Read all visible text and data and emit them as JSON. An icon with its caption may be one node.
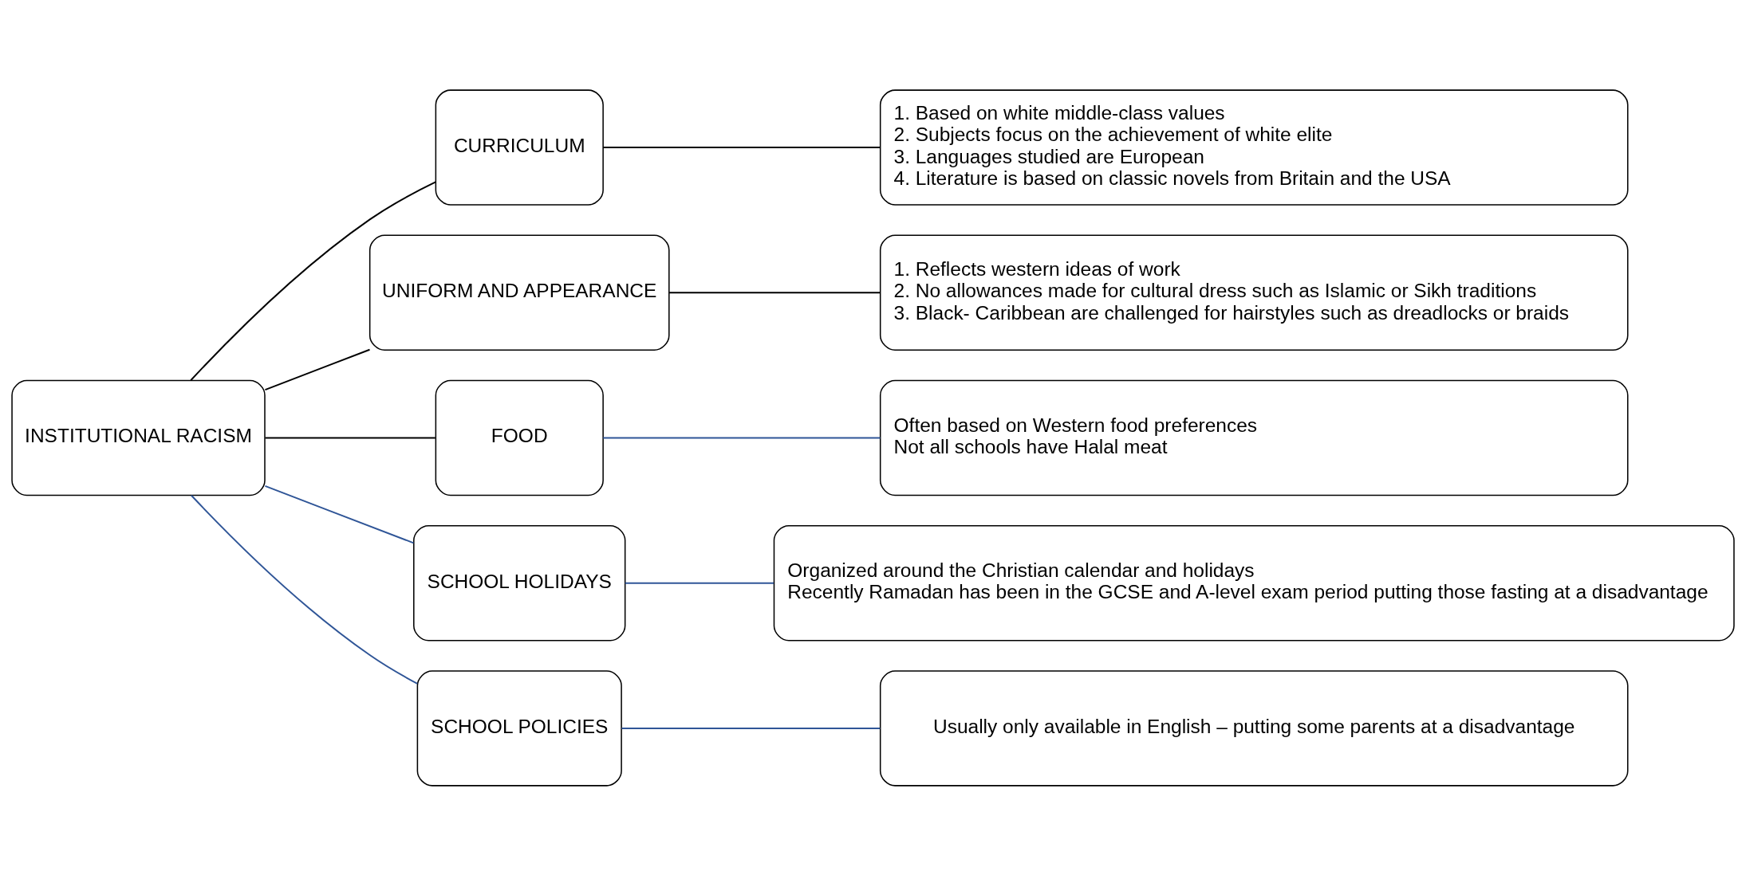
{
  "diagram": {
    "nodes": [
      {
        "text": [
          "INSTITUTIONAL RACISM"
        ]
      },
      {
        "text": [
          "CURRICULUM"
        ]
      },
      {
        "text": [
          "UNIFORM AND APPEARANCE"
        ]
      },
      {
        "text": [
          "FOOD"
        ]
      },
      {
        "text": [
          "SCHOOL HOLIDAYS"
        ]
      },
      {
        "text": [
          "SCHOOL POLICIES"
        ]
      },
      {
        "text": [
          "1. Based on white middle-class values",
          "2. Subjects focus on the achievement of white elite",
          "3. Languages studied are European",
          "4. Literature is based on classic novels from Britain and the USA"
        ]
      },
      {
        "text": [
          "1. Reflects western ideas of work",
          "2. No allowances made for cultural dress such as Islamic or Sikh traditions",
          "3. Black- Caribbean are challenged for hairstyles such as dreadlocks or braids"
        ]
      },
      {
        "text": [
          "Often based on Western food preferences",
          "Not all schools have Halal meat"
        ]
      },
      {
        "text": [
          "Organized around the Christian calendar and holidays",
          "Recently Ramadan has been in the GCSE and A-level exam period putting those fasting at a disadvantage"
        ]
      },
      {
        "text": [
          "Usually only available in English – putting some parents at a disadvantage"
        ]
      }
    ],
    "edges": [
      {
        "from": 0,
        "to": 1,
        "arrow": "none"
      },
      {
        "from": 0,
        "to": 2,
        "arrow": "none"
      },
      {
        "from": 0,
        "to": 3,
        "arrow": "none"
      },
      {
        "from": 0,
        "to": 4,
        "arrow": "none",
        "color": "#2f5597"
      },
      {
        "from": 0,
        "to": 5,
        "arrow": "none",
        "color": "#2f5597"
      },
      {
        "from": 1,
        "to": 6,
        "arrow": "none"
      },
      {
        "from": 2,
        "to": 7,
        "arrow": "none"
      },
      {
        "from": 3,
        "to": 8,
        "arrow": "none",
        "color": "#2f5597"
      },
      {
        "from": 4,
        "to": 9,
        "arrow": "none",
        "color": "#2f5597"
      },
      {
        "from": 5,
        "to": 10,
        "arrow": "none",
        "color": "#2f5597"
      }
    ]
  }
}
